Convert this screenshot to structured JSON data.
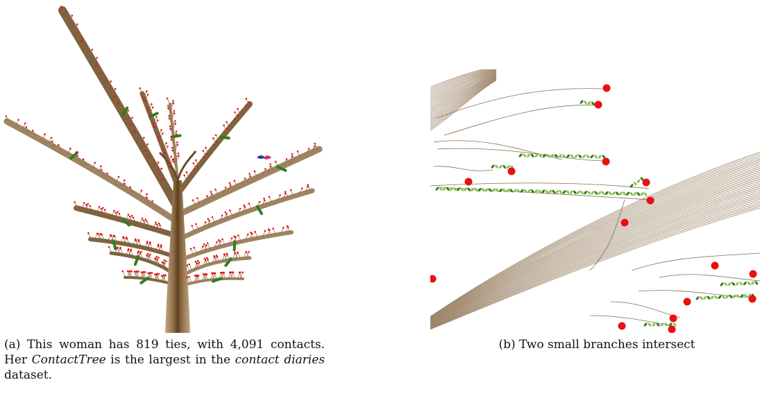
{
  "figure": {
    "panel_a": {
      "caption": {
        "label": "(a)",
        "text_before": "This woman has 819 ties, with 4,091 contacts. Her",
        "term": "ContactTree",
        "text_middle": "is the largest in the",
        "dataset_name": "contact diaries",
        "text_after": "dataset."
      }
    },
    "panel_b": {
      "caption": {
        "label": "(b)",
        "text": "Two small branches intersect"
      }
    }
  },
  "colors": {
    "trunk_dark": "#5c3e1c",
    "trunk_mid": "#8b6a44",
    "trunk_light": "#b49a78",
    "twig": "#8a6d4e",
    "leaf_light": "#8cc152",
    "leaf_dark": "#2f7d1e",
    "fruit_red": "#e81010",
    "bird_blue": "#2a3f8f",
    "bird_pink": "#c23a78"
  }
}
